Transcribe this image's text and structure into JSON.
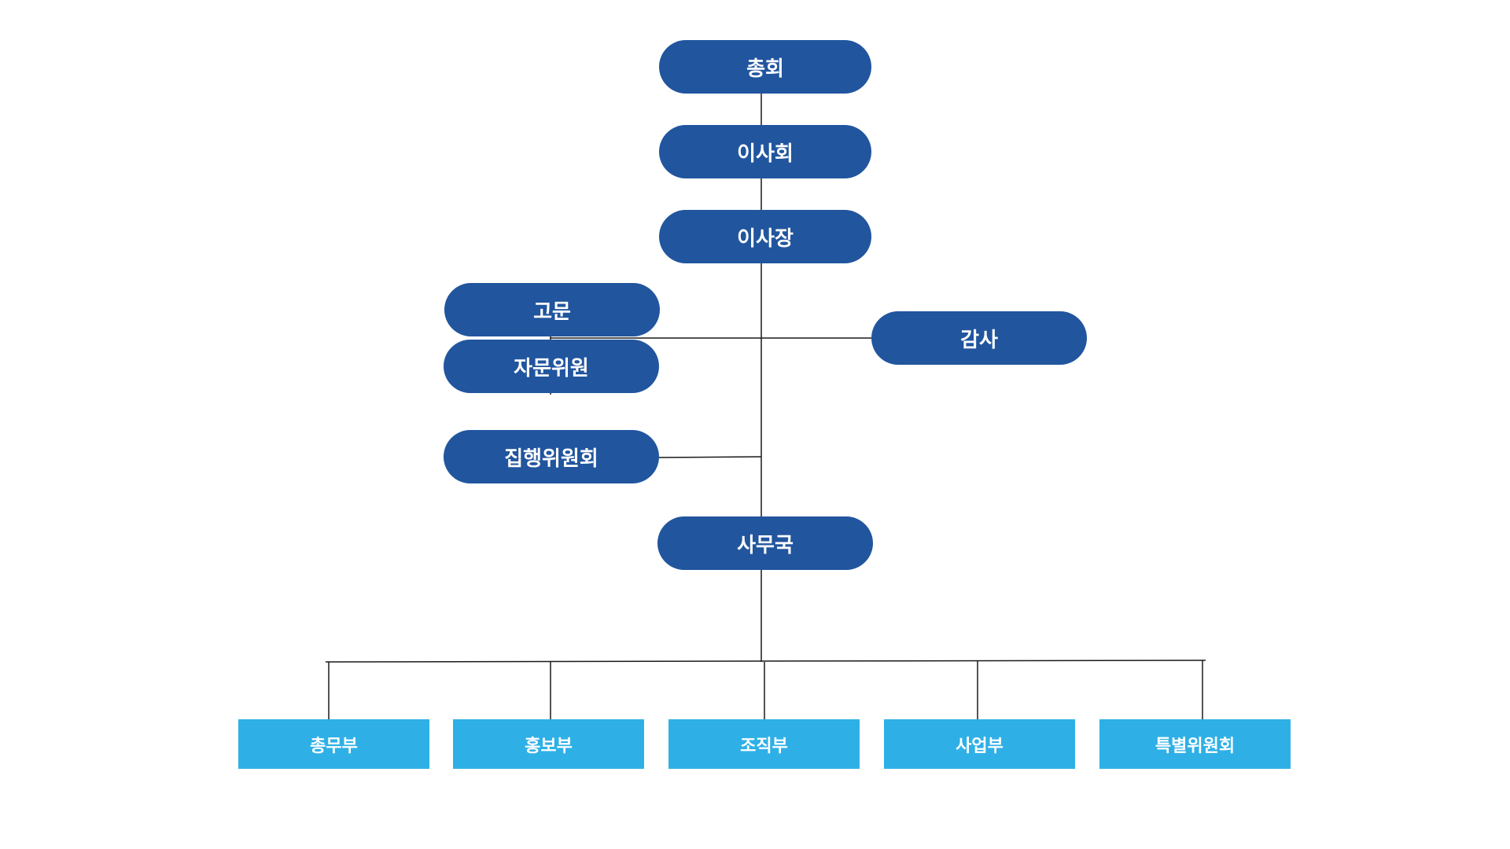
{
  "colors": {
    "node_fill": "#21559e",
    "dept_fill": "#2eb0e6",
    "line": "#1a1a1a",
    "text": "#ffffff"
  },
  "nodes": {
    "general_assembly": "총회",
    "board": "이사회",
    "chairman": "이사장",
    "advisor": "고문",
    "advisory_member": "자문위원",
    "auditor": "감사",
    "executive_committee": "집행위원회",
    "secretariat": "사무국"
  },
  "departments": [
    {
      "label": "총무부"
    },
    {
      "label": "홍보부"
    },
    {
      "label": "조직부"
    },
    {
      "label": "사업부"
    },
    {
      "label": "특별위원회"
    }
  ]
}
